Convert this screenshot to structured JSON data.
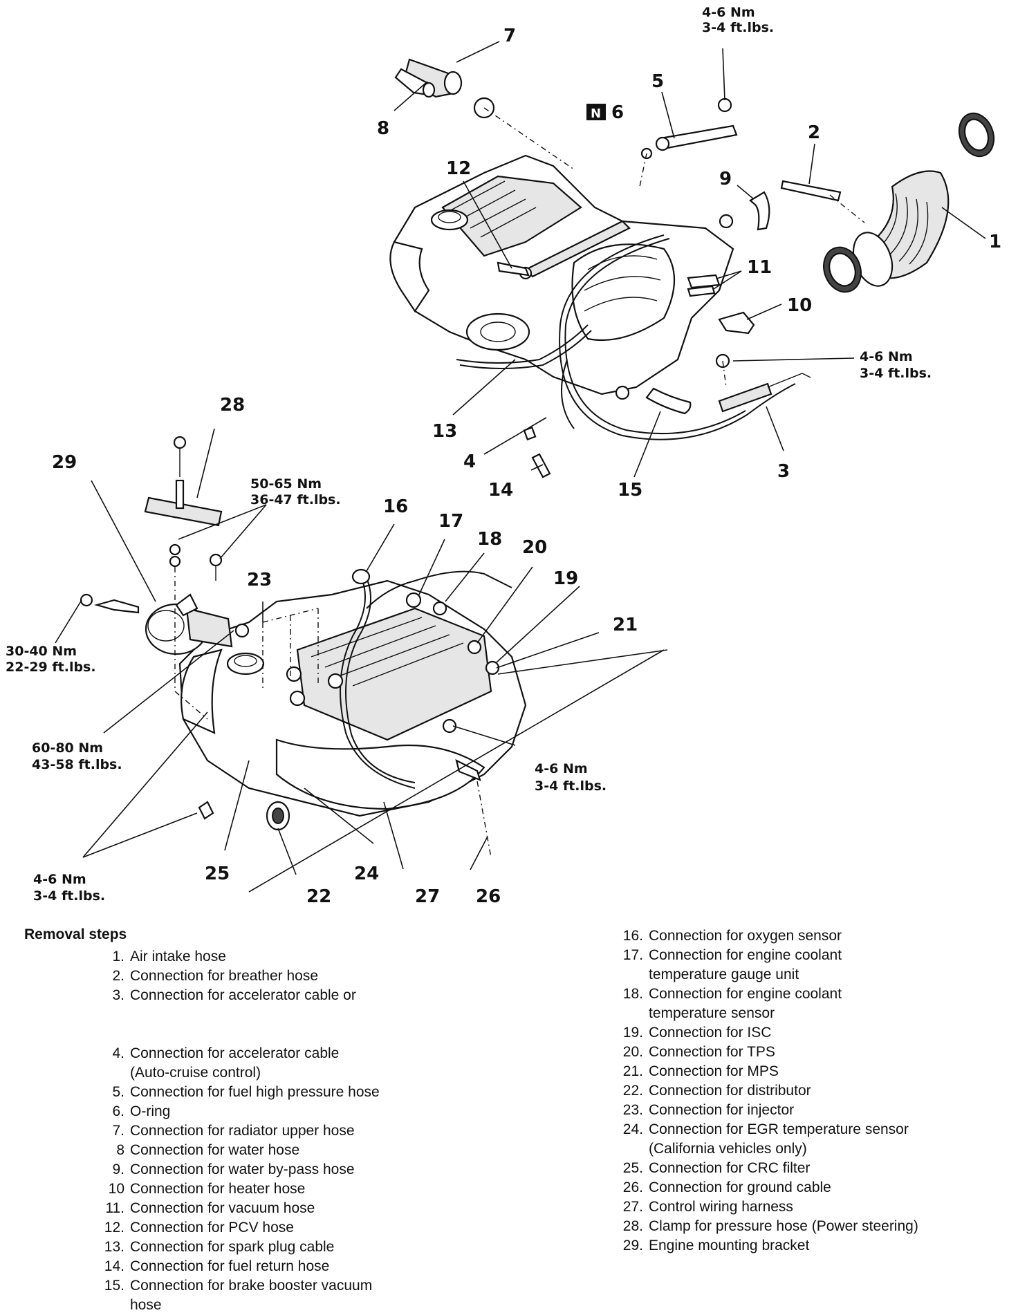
{
  "diagram": {
    "callouts": [
      "1",
      "2",
      "3",
      "4",
      "5",
      "6",
      "7",
      "8",
      "9",
      "10",
      "11",
      "12",
      "13",
      "14",
      "15",
      "16",
      "17",
      "18",
      "19",
      "20",
      "21",
      "22",
      "23",
      "24",
      "25",
      "26",
      "27",
      "28",
      "29"
    ],
    "new_part_badge": "N",
    "torque": {
      "t5": [
        "4-6 Nm",
        "3-4 ft.lbs."
      ],
      "t3": [
        "4-6 Nm",
        "3-4 ft.lbs."
      ],
      "t28": [
        "50-65 Nm",
        "36-47 ft.lbs."
      ],
      "t29": [
        "30-40 Nm",
        "22-29 ft.lbs."
      ],
      "t23": [
        "60-80 Nm",
        "43-58 ft.lbs."
      ],
      "t21": [
        "4-6 Nm",
        "3-4 ft.lbs."
      ],
      "t25": [
        "4-6 Nm",
        "3-4 ft.lbs."
      ]
    }
  },
  "removal": {
    "title": "Removal steps",
    "left": [
      {
        "num": "1.",
        "text": "Air intake hose"
      },
      {
        "num": "2.",
        "text": "Connection for breather hose"
      },
      {
        "num": "3.",
        "text": "Connection for accelerator cable or"
      },
      {
        "num": "4.",
        "text": "Connection for accelerator cable\n(Auto-cruise control)"
      },
      {
        "num": "5.",
        "text": "Connection for fuel high pressure hose"
      },
      {
        "num": "6.",
        "text": "O-ring"
      },
      {
        "num": "7.",
        "text": "Connection for radiator upper hose"
      },
      {
        "num": "8",
        "text": "Connection for water hose"
      },
      {
        "num": "9.",
        "text": "Connection for water by-pass hose"
      },
      {
        "num": "10",
        "text": "Connection for heater hose"
      },
      {
        "num": "11.",
        "text": "Connection for vacuum hose"
      },
      {
        "num": "12.",
        "text": "Connection for PCV hose"
      },
      {
        "num": "13.",
        "text": "Connection for spark plug cable"
      },
      {
        "num": "14.",
        "text": "Connection for fuel return hose"
      },
      {
        "num": "15.",
        "text": "Connection for brake booster vacuum\nhose"
      }
    ],
    "right": [
      {
        "num": "16.",
        "text": "Connection for oxygen sensor"
      },
      {
        "num": "17.",
        "text": "Connection for engine coolant\ntemperature gauge unit"
      },
      {
        "num": "18.",
        "text": "Connection for engine coolant\ntemperature sensor"
      },
      {
        "num": "19.",
        "text": "Connection for ISC"
      },
      {
        "num": "20.",
        "text": "Connection for TPS"
      },
      {
        "num": "21.",
        "text": "Connection for MPS"
      },
      {
        "num": "22.",
        "text": "Connection for distributor"
      },
      {
        "num": "23.",
        "text": "Connection for injector"
      },
      {
        "num": "24.",
        "text": "Connection for EGR temperature sensor\n(California vehicles only)"
      },
      {
        "num": "25.",
        "text": "Connection for CRC filter"
      },
      {
        "num": "26.",
        "text": "Connection for ground cable"
      },
      {
        "num": "27.",
        "text": "Control wiring harness"
      },
      {
        "num": "28.",
        "text": "Clamp for pressure hose (Power steering)"
      },
      {
        "num": "29.",
        "text": "Engine mounting bracket"
      }
    ]
  }
}
